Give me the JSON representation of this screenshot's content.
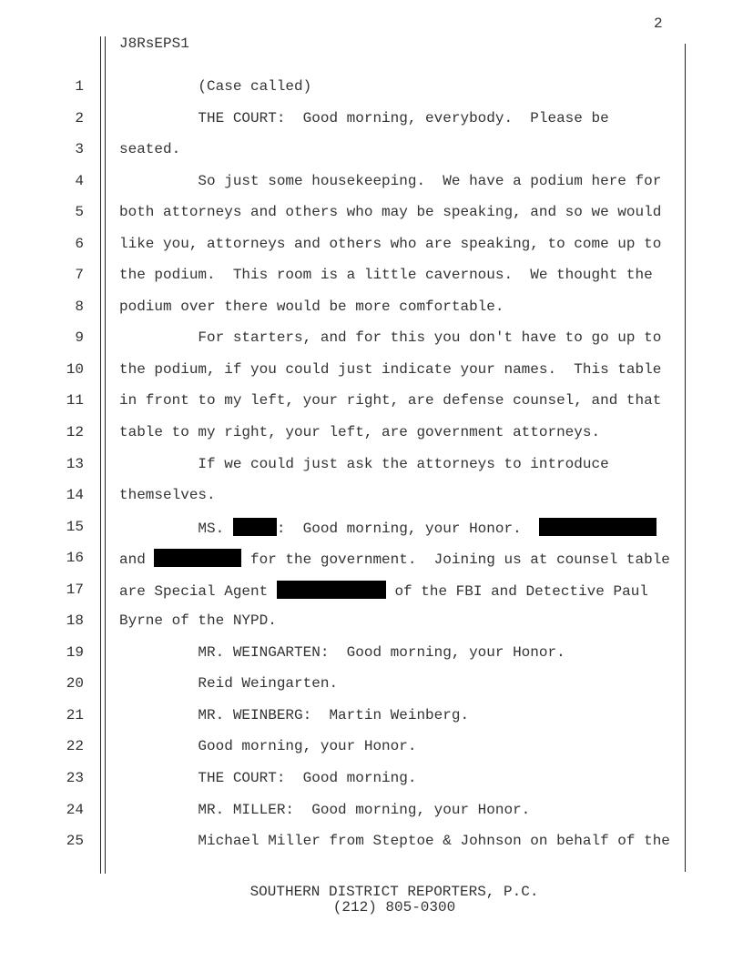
{
  "page_number": "2",
  "header_code": "J8RsEPS1",
  "lines": [
    {
      "n": "1",
      "text": "         (Case called)"
    },
    {
      "n": "2",
      "text": "         THE COURT:  Good morning, everybody.  Please be"
    },
    {
      "n": "3",
      "text": "seated."
    },
    {
      "n": "4",
      "text": "         So just some housekeeping.  We have a podium here for"
    },
    {
      "n": "5",
      "text": "both attorneys and others who may be speaking, and so we would"
    },
    {
      "n": "6",
      "text": "like you, attorneys and others who are speaking, to come up to"
    },
    {
      "n": "7",
      "text": "the podium.  This room is a little cavernous.  We thought the"
    },
    {
      "n": "8",
      "text": "podium over there would be more comfortable."
    },
    {
      "n": "9",
      "text": "         For starters, and for this you don't have to go up to"
    },
    {
      "n": "10",
      "text": "the podium, if you could just indicate your names.  This table"
    },
    {
      "n": "11",
      "text": "in front to my left, your right, are defense counsel, and that"
    },
    {
      "n": "12",
      "text": "table to my right, your left, are government attorneys."
    },
    {
      "n": "13",
      "text": "         If we could just ask the attorneys to introduce"
    },
    {
      "n": "14",
      "text": "themselves."
    },
    {
      "n": "15",
      "a": "         MS. ",
      "b": ":  Good morning, your Honor.  "
    },
    {
      "n": "16",
      "a": "and ",
      "b": " for the government.  Joining us at counsel table"
    },
    {
      "n": "17",
      "a": "are Special Agent ",
      "b": " of the FBI and Detective Paul"
    },
    {
      "n": "18",
      "text": "Byrne of the NYPD."
    },
    {
      "n": "19",
      "text": "         MR. WEINGARTEN:  Good morning, your Honor."
    },
    {
      "n": "20",
      "text": "         Reid Weingarten."
    },
    {
      "n": "21",
      "text": "         MR. WEINBERG:  Martin Weinberg."
    },
    {
      "n": "22",
      "text": "         Good morning, your Honor."
    },
    {
      "n": "23",
      "text": "         THE COURT:  Good morning."
    },
    {
      "n": "24",
      "text": "         MR. MILLER:  Good morning, your Honor."
    },
    {
      "n": "25",
      "text": "         Michael Miller from Steptoe & Johnson on behalf of the"
    }
  ],
  "footer": {
    "company": "SOUTHERN DISTRICT REPORTERS, P.C.",
    "phone": "(212) 805-0300"
  }
}
